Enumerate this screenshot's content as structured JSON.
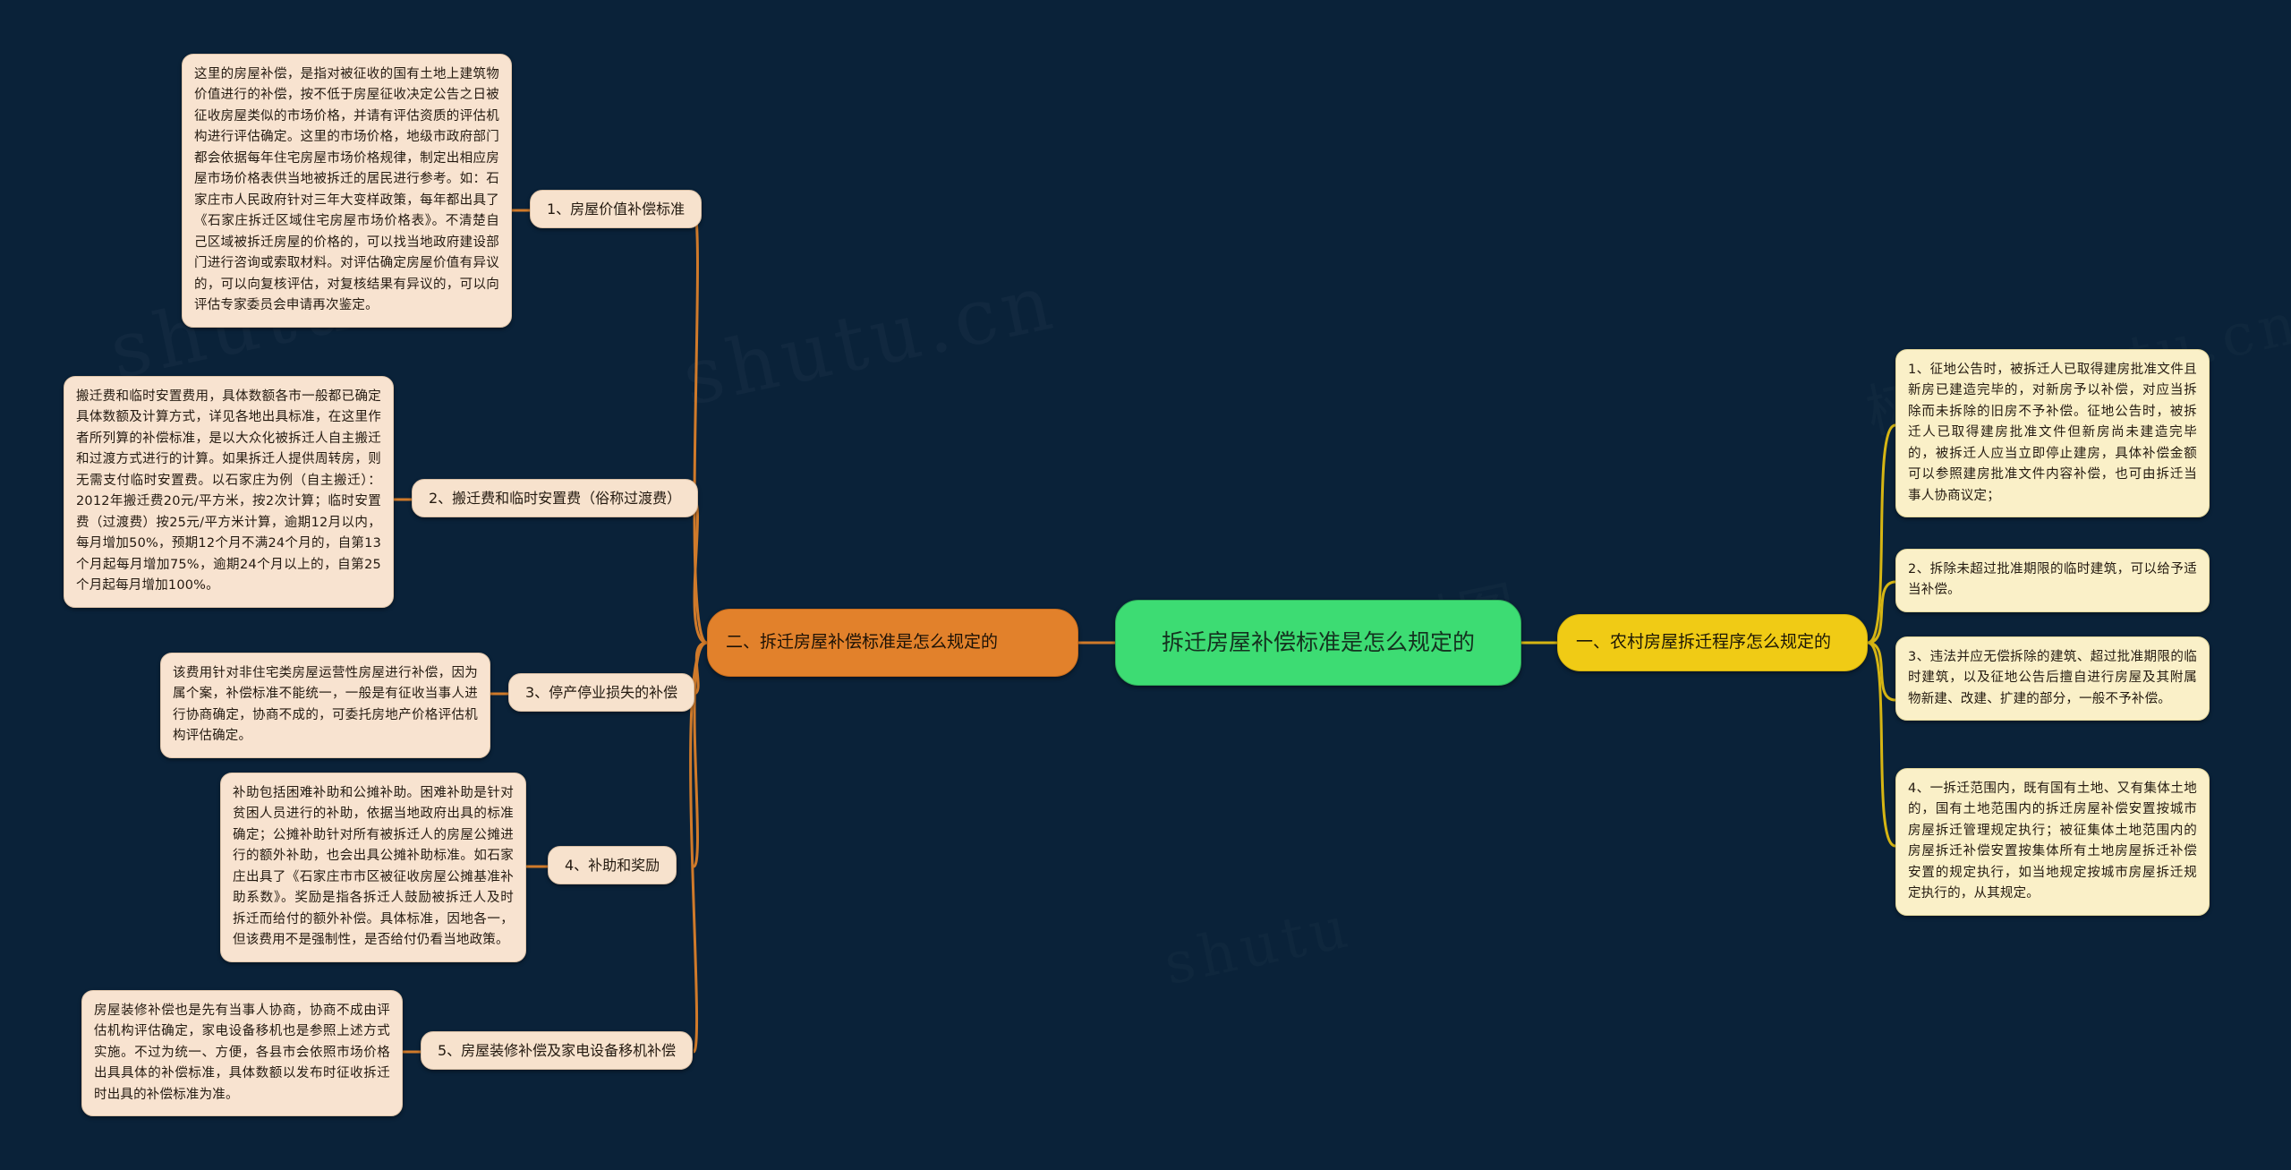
{
  "canvas": {
    "background_color": "#0a2239",
    "watermarks": [
      "shutu.cn",
      "树图 shutu.cn",
      "shutu.cn",
      "树图"
    ]
  },
  "palette": {
    "root": "#3ddc73",
    "branch_left": "#e2812b",
    "branch_right": "#f0cb15",
    "sub_node": "#f7e2cd",
    "leaf_left": "#f8e3d0",
    "leaf_right": "#faf0c8",
    "connector_left": "#d07a2a",
    "connector_right": "#d6b513",
    "background": "#0a2239"
  },
  "root": {
    "label": "拆迁房屋补偿标准是怎么规定的"
  },
  "branches": {
    "left": {
      "label": "二、拆迁房屋补偿标准是怎么规定的",
      "children": [
        {
          "label": "1、房屋价值补偿标准",
          "detail": "这里的房屋补偿，是指对被征收的国有土地上建筑物价值进行的补偿，按不低于房屋征收决定公告之日被征收房屋类似的市场价格，并请有评估资质的评估机构进行评估确定。这里的市场价格，地级市政府部门都会依据每年住宅房屋市场价格规律，制定出相应房屋市场价格表供当地被拆迁的居民进行参考。如：石家庄市人民政府针对三年大变样政策，每年都出具了《石家庄拆迁区域住宅房屋市场价格表》。不清楚自己区域被拆迁房屋的价格的，可以找当地政府建设部门进行咨询或索取材料。对评估确定房屋价值有异议的，可以向复核评估，对复核结果有异议的，可以向评估专家委员会申请再次鉴定。"
        },
        {
          "label": "2、搬迁费和临时安置费（俗称过渡费）",
          "detail": "搬迁费和临时安置费用，具体数额各市一般都已确定具体数额及计算方式，详见各地出具标准，在这里作者所列算的补偿标准，是以大众化被拆迁人自主搬迁和过渡方式进行的计算。如果拆迁人提供周转房，则无需支付临时安置费。以石家庄为例（自主搬迁）：2012年搬迁费20元/平方米，按2次计算；临时安置费（过渡费）按25元/平方米计算，逾期12月以内，每月增加50%，预期12个月不满24个月的，自第13个月起每月增加75%，逾期24个月以上的，自第25个月起每月增加100%。"
        },
        {
          "label": "3、停产停业损失的补偿",
          "detail": "该费用针对非住宅类房屋运营性房屋进行补偿，因为属个案，补偿标准不能统一，一般是有征收当事人进行协商确定，协商不成的，可委托房地产价格评估机构评估确定。"
        },
        {
          "label": "4、补助和奖励",
          "detail": "补助包括困难补助和公摊补助。困难补助是针对贫困人员进行的补助，依据当地政府出具的标准确定；公摊补助针对所有被拆迁人的房屋公摊进行的额外补助，也会出具公摊补助标准。如石家庄出具了《石家庄市市区被征收房屋公摊基准补助系数》。奖励是指各拆迁人鼓励被拆迁人及时拆迁而给付的额外补偿。具体标准，因地各一，但该费用不是强制性，是否给付仍看当地政策。"
        },
        {
          "label": "5、房屋装修补偿及家电设备移机补偿",
          "detail": "房屋装修补偿也是先有当事人协商，协商不成由评估机构评估确定，家电设备移机也是参照上述方式实施。不过为统一、方便，各县市会依照市场价格出具具体的补偿标准，具体数额以发布时征收拆迁时出具的补偿标准为准。"
        }
      ]
    },
    "right": {
      "label": "一、农村房屋拆迁程序怎么规定的",
      "children": [
        {
          "detail": "1、征地公告时，被拆迁人已取得建房批准文件且新房已建造完毕的，对新房予以补偿，对应当拆除而未拆除的旧房不予补偿。征地公告时，被拆迁人已取得建房批准文件但新房尚未建造完毕的，被拆迁人应当立即停止建房，具体补偿金额可以参照建房批准文件内容补偿，也可由拆迁当事人协商议定；"
        },
        {
          "detail": "2、拆除未超过批准期限的临时建筑，可以给予适当补偿。"
        },
        {
          "detail": "3、违法并应无偿拆除的建筑、超过批准期限的临时建筑，以及征地公告后擅自进行房屋及其附属物新建、改建、扩建的部分，一般不予补偿。"
        },
        {
          "detail": "4、一拆迁范围内，既有国有土地、又有集体土地的，国有土地范围内的拆迁房屋补偿安置按城市房屋拆迁管理规定执行；被征集体土地范围内的房屋拆迁补偿安置按集体所有土地房屋拆迁补偿安置的规定执行，如当地规定按城市房屋拆迁规定执行的，从其规定。"
        }
      ]
    }
  }
}
